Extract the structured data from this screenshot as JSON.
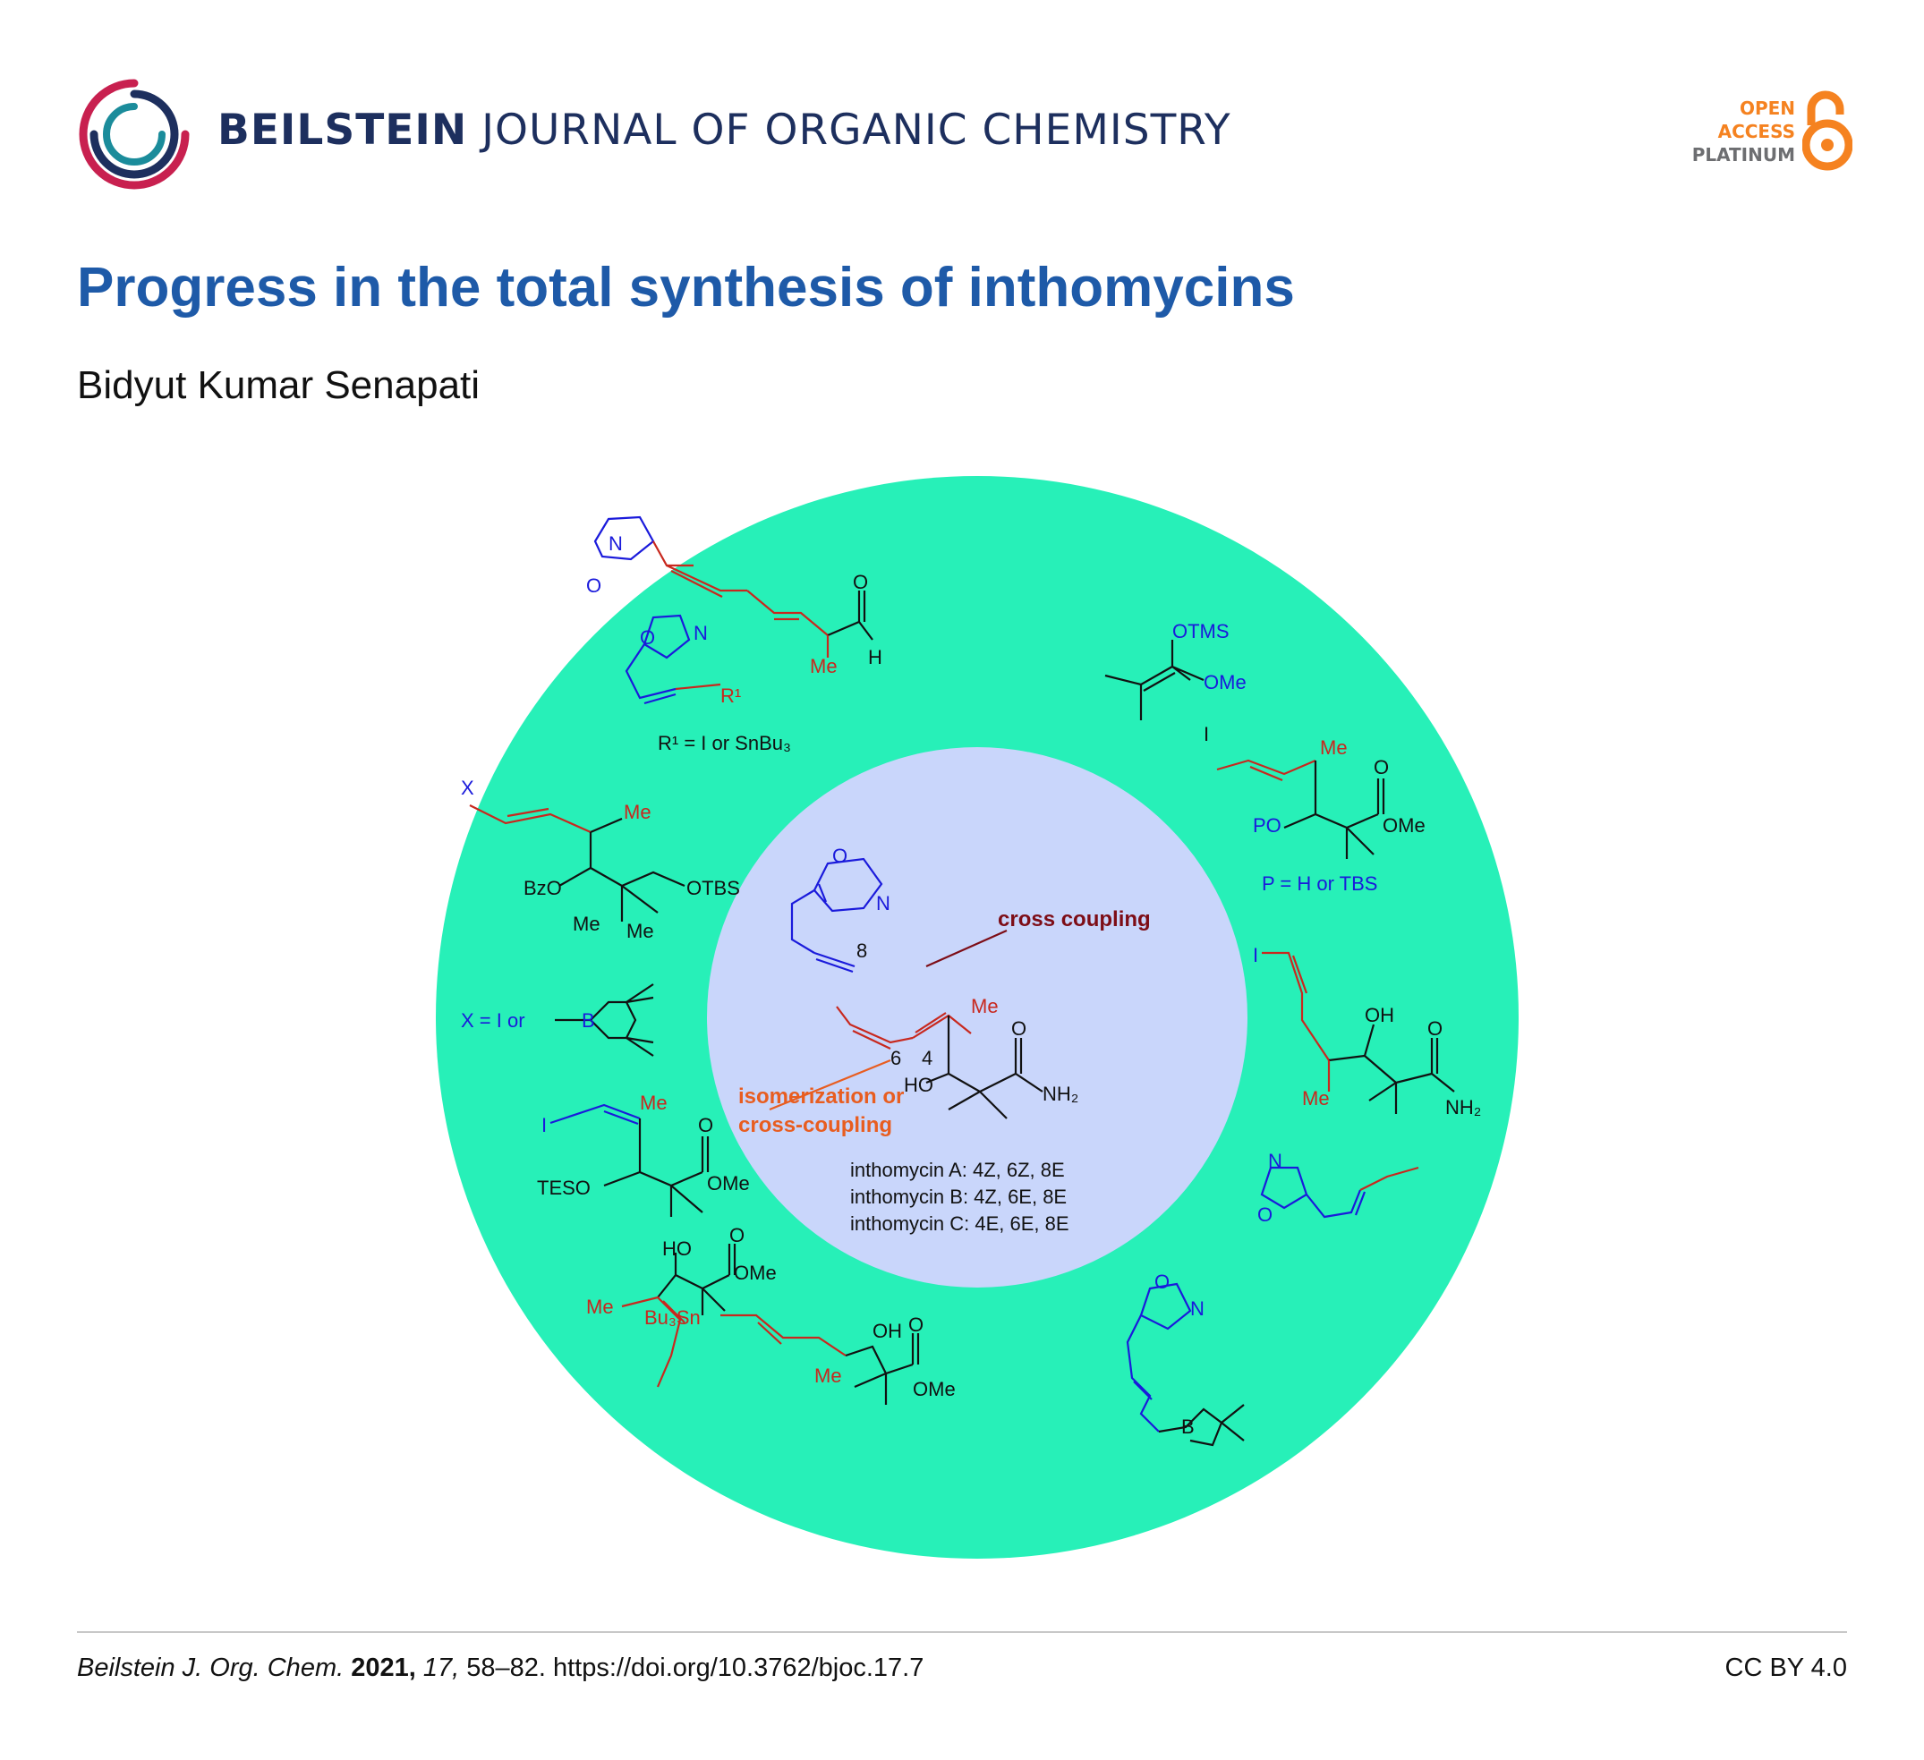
{
  "journal": {
    "name_bold": "BEILSTEIN",
    "name_rest": " JOURNAL OF ORGANIC CHEMISTRY",
    "open_access": [
      "OPEN",
      "ACCESS",
      "PLATINUM"
    ]
  },
  "article": {
    "title": "Progress in the total synthesis of inthomycins",
    "author": "Bidyut Kumar Senapati"
  },
  "graphic": {
    "center": {
      "cross_coupling": "cross coupling",
      "isomerization_1": "isomerization or",
      "isomerization_2": "cross-coupling",
      "inthomycin_a": "inthomycin A: 4Z, 6Z, 8E",
      "inthomycin_b": "inthomycin B: 4Z, 6E, 8E",
      "inthomycin_c": "inthomycin C: 4E, 6E, 8E"
    },
    "labels": {
      "r1_def": "R¹ = I or SnBu₃",
      "p_def": "P = H or TBS",
      "x_def": "X = I or"
    },
    "colors": {
      "outer_ring": "#27f0b8",
      "inner_circle": "#c9d6fb",
      "blue": "#1a1adb",
      "red": "#c8281e",
      "darkred": "#7d0d16",
      "orange": "#e85d20"
    }
  },
  "footer": {
    "journal_abbrev": "Beilstein J. Org. Chem.",
    "year": "2021,",
    "volume": "17,",
    "pages_doi": " 58–82. https://doi.org/10.3762/bjoc.17.7",
    "license": "CC BY 4.0"
  }
}
